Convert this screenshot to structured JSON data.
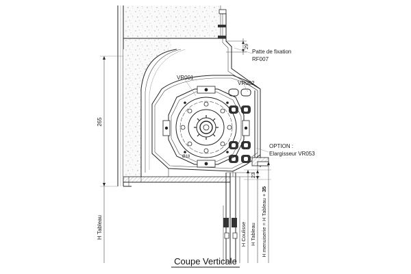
{
  "drawing": {
    "title": "Coupe Verticale",
    "labels": {
      "patte_line1": "Patte de fixation",
      "patte_line2": "RF007",
      "vr001": "VR001",
      "vr002": "VR002",
      "option_line1": "OPTION :",
      "option_line2": "Elargisseur VR053",
      "small_mark": "Ø18"
    },
    "dimensions": {
      "d29": "29",
      "d265": "265",
      "d23": "23",
      "d35": "35",
      "h_tableau_left": "H Tableau",
      "h_coulisse": "H Coulisse",
      "h_tableau_right": "H Tableau",
      "h_menuiserie": "H menuiserie = H Tableau + 35"
    }
  }
}
